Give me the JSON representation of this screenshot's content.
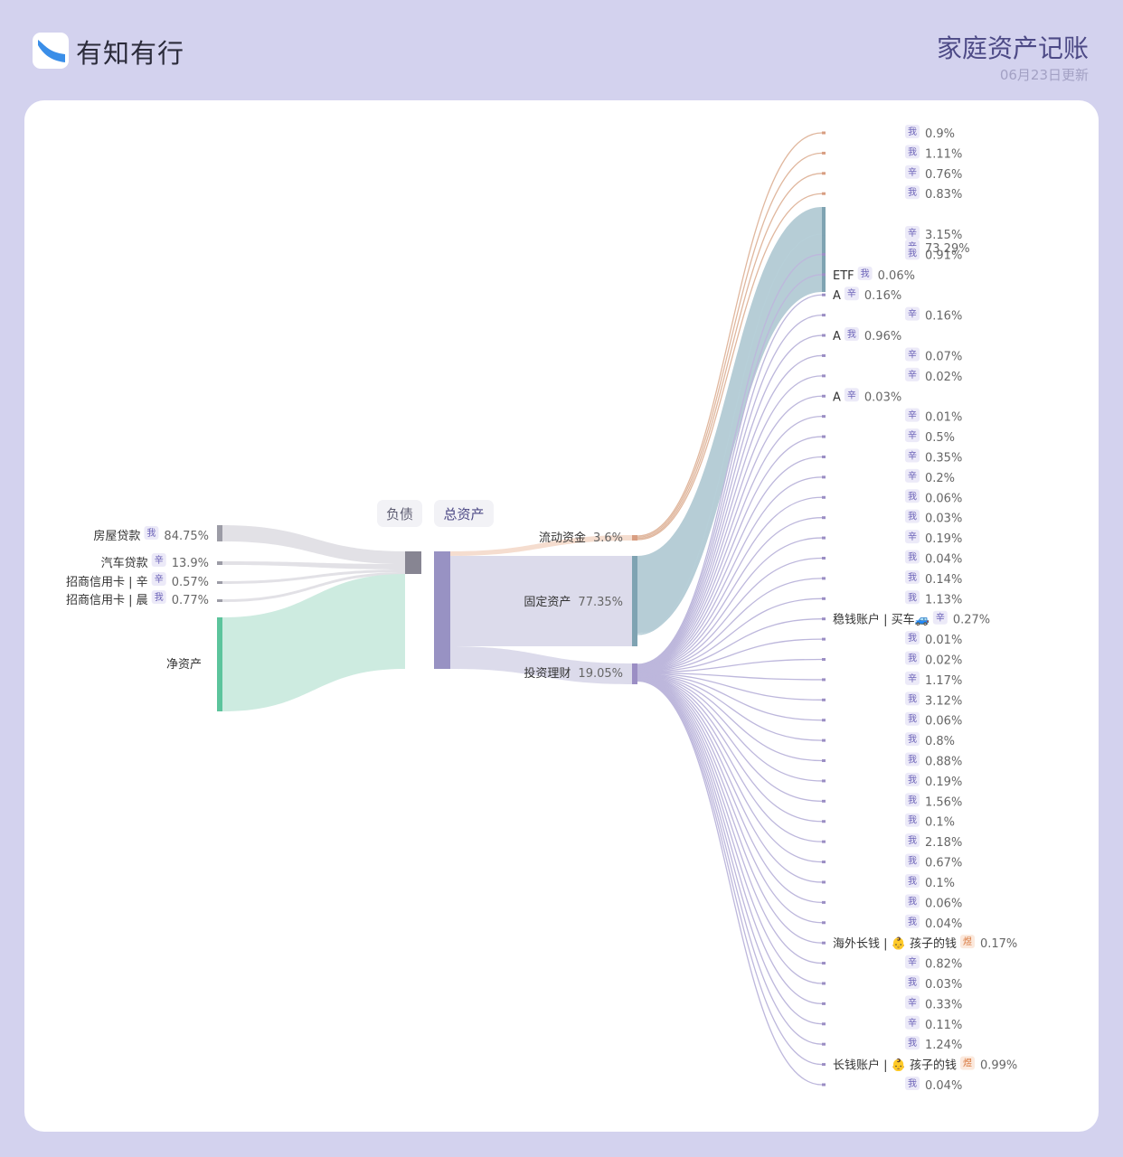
{
  "brand": {
    "name": "有知有行"
  },
  "header": {
    "title": "家庭资产记账",
    "updated": "06月23日更新"
  },
  "columns": {
    "liability": "负债",
    "total": "总资产"
  },
  "liabilities": [
    {
      "label": "房屋贷款",
      "tag": "我",
      "pct": "84.75%"
    },
    {
      "label": "汽车贷款",
      "tag": "辛",
      "pct": "13.9%"
    },
    {
      "label": "招商信用卡 | 辛",
      "tag": "辛",
      "pct": "0.57%"
    },
    {
      "label": "招商信用卡 | 晨",
      "tag": "我",
      "pct": "0.77%"
    }
  ],
  "net_assets": {
    "label": "净资产"
  },
  "asset_groups": [
    {
      "label": "流动资金",
      "pct": "3.6%"
    },
    {
      "label": "固定资产",
      "pct": "77.35%"
    },
    {
      "label": "投资理财",
      "pct": "19.05%"
    }
  ],
  "tag_colors": {
    "我": "#6c63b8",
    "辛": "#6c63b8",
    "煜": "#d9793f"
  },
  "leaves": [
    {
      "group": 0,
      "label": "",
      "tag": "我",
      "pct": "0.9%"
    },
    {
      "group": 0,
      "label": "",
      "tag": "我",
      "pct": "1.11%"
    },
    {
      "group": 0,
      "label": "",
      "tag": "辛",
      "pct": "0.76%"
    },
    {
      "group": 0,
      "label": "",
      "tag": "我",
      "pct": "0.83%"
    },
    {
      "group": 1,
      "label": "",
      "tag": "辛",
      "pct": "73.29%"
    },
    {
      "group": 1,
      "label": "",
      "tag": "辛",
      "pct": "3.15%"
    },
    {
      "group": 2,
      "label": "",
      "tag": "我",
      "pct": "0.91%"
    },
    {
      "group": 2,
      "label": "ETF",
      "tag": "我",
      "pct": "0.06%"
    },
    {
      "group": 2,
      "label": "A",
      "tag": "辛",
      "pct": "0.16%"
    },
    {
      "group": 2,
      "label": "",
      "tag": "辛",
      "pct": "0.16%"
    },
    {
      "group": 2,
      "label": "A",
      "tag": "我",
      "pct": "0.96%"
    },
    {
      "group": 2,
      "label": "",
      "tag": "辛",
      "pct": "0.07%"
    },
    {
      "group": 2,
      "label": "",
      "tag": "辛",
      "pct": "0.02%"
    },
    {
      "group": 2,
      "label": "A",
      "tag": "辛",
      "pct": "0.03%"
    },
    {
      "group": 2,
      "label": "",
      "tag": "辛",
      "pct": "0.01%"
    },
    {
      "group": 2,
      "label": "",
      "tag": "辛",
      "pct": "0.5%"
    },
    {
      "group": 2,
      "label": "",
      "tag": "辛",
      "pct": "0.35%"
    },
    {
      "group": 2,
      "label": "",
      "tag": "辛",
      "pct": "0.2%"
    },
    {
      "group": 2,
      "label": "",
      "tag": "我",
      "pct": "0.06%"
    },
    {
      "group": 2,
      "label": "",
      "tag": "我",
      "pct": "0.03%"
    },
    {
      "group": 2,
      "label": "",
      "tag": "辛",
      "pct": "0.19%"
    },
    {
      "group": 2,
      "label": "",
      "tag": "我",
      "pct": "0.04%"
    },
    {
      "group": 2,
      "label": "",
      "tag": "我",
      "pct": "0.14%"
    },
    {
      "group": 2,
      "label": "",
      "tag": "我",
      "pct": "1.13%"
    },
    {
      "group": 2,
      "label": "稳钱账户 | 买车🚙",
      "tag": "辛",
      "pct": "0.27%"
    },
    {
      "group": 2,
      "label": "",
      "tag": "我",
      "pct": "0.01%"
    },
    {
      "group": 2,
      "label": "",
      "tag": "我",
      "pct": "0.02%"
    },
    {
      "group": 2,
      "label": "",
      "tag": "辛",
      "pct": "1.17%"
    },
    {
      "group": 2,
      "label": "",
      "tag": "我",
      "pct": "3.12%"
    },
    {
      "group": 2,
      "label": "",
      "tag": "我",
      "pct": "0.06%"
    },
    {
      "group": 2,
      "label": "",
      "tag": "我",
      "pct": "0.8%"
    },
    {
      "group": 2,
      "label": "",
      "tag": "我",
      "pct": "0.88%"
    },
    {
      "group": 2,
      "label": "",
      "tag": "我",
      "pct": "0.19%"
    },
    {
      "group": 2,
      "label": "",
      "tag": "我",
      "pct": "1.56%"
    },
    {
      "group": 2,
      "label": "",
      "tag": "我",
      "pct": "0.1%"
    },
    {
      "group": 2,
      "label": "",
      "tag": "我",
      "pct": "2.18%"
    },
    {
      "group": 2,
      "label": "",
      "tag": "我",
      "pct": "0.67%"
    },
    {
      "group": 2,
      "label": "",
      "tag": "我",
      "pct": "0.1%"
    },
    {
      "group": 2,
      "label": "",
      "tag": "我",
      "pct": "0.06%"
    },
    {
      "group": 2,
      "label": "",
      "tag": "我",
      "pct": "0.04%"
    },
    {
      "group": 2,
      "label": "海外长钱 | 👶 孩子的钱",
      "tag": "煜",
      "pct": "0.17%"
    },
    {
      "group": 2,
      "label": "",
      "tag": "辛",
      "pct": "0.82%"
    },
    {
      "group": 2,
      "label": "",
      "tag": "我",
      "pct": "0.03%"
    },
    {
      "group": 2,
      "label": "",
      "tag": "辛",
      "pct": "0.33%"
    },
    {
      "group": 2,
      "label": "",
      "tag": "辛",
      "pct": "0.11%"
    },
    {
      "group": 2,
      "label": "",
      "tag": "我",
      "pct": "1.24%"
    },
    {
      "group": 2,
      "label": "长钱账户 | 👶 孩子的钱",
      "tag": "煜",
      "pct": "0.99%"
    },
    {
      "group": 2,
      "label": "",
      "tag": "我",
      "pct": "0.04%"
    }
  ]
}
